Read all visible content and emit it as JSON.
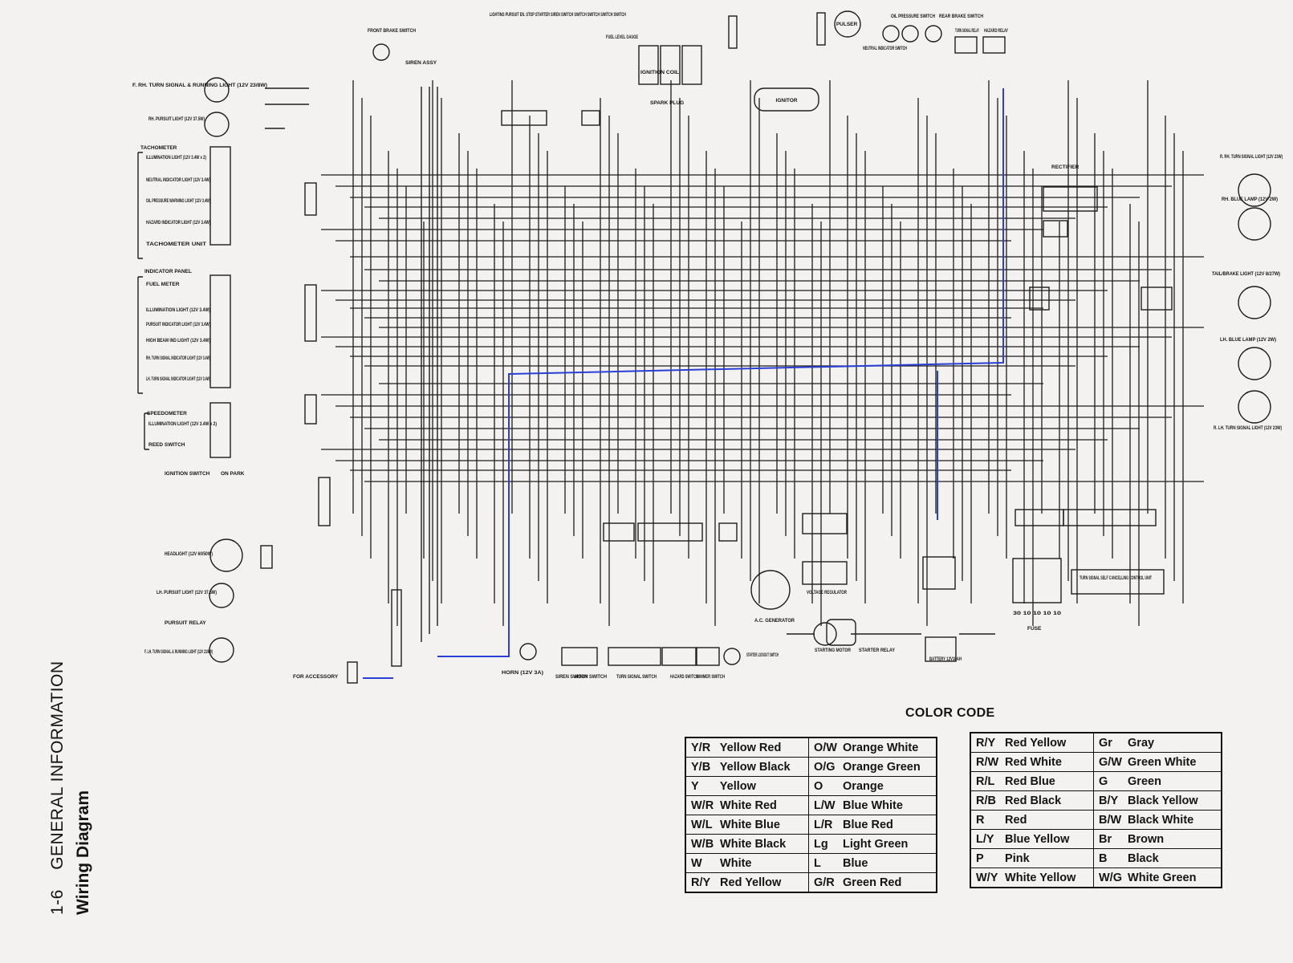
{
  "page": {
    "number": "1-6",
    "section": "GENERAL INFORMATION",
    "title": "Wiring Diagram"
  },
  "color_code": {
    "heading": "COLOR CODE",
    "left_table": [
      [
        "Y/R",
        "Yellow Red",
        "O/W",
        "Orange White"
      ],
      [
        "Y/B",
        "Yellow Black",
        "O/G",
        "Orange Green"
      ],
      [
        "Y",
        "Yellow",
        "O",
        "Orange"
      ],
      [
        "W/R",
        "White Red",
        "L/W",
        "Blue White"
      ],
      [
        "W/L",
        "White Blue",
        "L/R",
        "Blue Red"
      ],
      [
        "W/B",
        "White Black",
        "Lg",
        "Light Green"
      ],
      [
        "W",
        "White",
        "L",
        "Blue"
      ],
      [
        "R/Y",
        "Red Yellow",
        "G/R",
        "Green Red"
      ]
    ],
    "right_table": [
      [
        "R/Y",
        "Red Yellow",
        "Gr",
        "Gray"
      ],
      [
        "R/W",
        "Red White",
        "G/W",
        "Green White"
      ],
      [
        "R/L",
        "Red Blue",
        "G",
        "Green"
      ],
      [
        "R/B",
        "Red Black",
        "B/Y",
        "Black Yellow"
      ],
      [
        "R",
        "Red",
        "B/W",
        "Black White"
      ],
      [
        "L/Y",
        "Blue Yellow",
        "Br",
        "Brown"
      ],
      [
        "P",
        "Pink",
        "B",
        "Black"
      ],
      [
        "W/Y",
        "White Yellow",
        "W/G",
        "White Green"
      ]
    ]
  },
  "components": {
    "f_rh_turn_signal": "F. RH. TURN SIGNAL & RUNNING LIGHT (12V 23/8W)",
    "rh_pursuit_light": "RH. PURSUIT LIGHT (12V 37.5W)",
    "tachometer": "TACHOMETER",
    "tach_illumination": "ILLUMINATION LIGHT (12V 3.4W x 2)",
    "tach_neutral": "NEUTRAL INDICATOR LIGHT (12V 3.4W)",
    "tach_oil": "OIL PRESSURE WARNING LIGHT (12V 3.4W)",
    "tach_hazard": "HAZARD INDICATOR LIGHT (12V 3.4W)",
    "tach_unit": "TACHOMETER UNIT",
    "indicator_panel": "INDICATOR PANEL",
    "fuel_meter": "FUEL METER",
    "panel_illumination": "ILLUMINATION LIGHT (12V 3.4W)",
    "pursuit_indicator": "PURSUIT INDICATOR LIGHT (12V 3.4W)",
    "high_beam": "HIGH BEAM IND LIGHT (12V 3.4W)",
    "rh_turn_ind": "RH. TURN SIGNAL INDICATOR LIGHT (12V 3.4W)",
    "lh_turn_ind": "LH. TURN SIGNAL INDICATOR LIGHT (12V 3.4W)",
    "speedometer": "SPEEDOMETER",
    "speedo_illumination": "ILLUMINATION LIGHT (12V 3.4W x 2)",
    "reed_switch": "REED SWITCH",
    "ignition_switch": "IGNITION SWITCH",
    "ignition_switch_cols": "ON PARK",
    "headlight": "HEADLIGHT (12V 60/50W)",
    "lh_pursuit_light": "LH. PURSUIT LIGHT (12V 37.5W)",
    "pursuit_relay": "PURSUIT RELAY",
    "f_lh_turn_signal": "F. LH. TURN SIGNAL & RUNNING LIGHT (12V 23/8W)",
    "for_accessory": "FOR ACCESSORY",
    "front_brake_switch": "FRONT BRAKE SWITCH",
    "siren_assy": "SIREN ASSY",
    "top_switches": "LIGHTING PURSUIT EN. STOP STARTER SIREN SWITCH SWITCH SWITCH SWITCH SWITCH",
    "fuel_level_gauge": "FUEL LEVEL GAUGE",
    "ignition_coil": "IGNITION COIL",
    "spark_plug": "SPARK PLUG",
    "pulser": "PULSER",
    "ignitor": "IGNITOR",
    "neutral_indicator_switch": "NEUTRAL INDICATOR SWITCH",
    "oil_pressure_switch": "OIL PRESSURE SWITCH",
    "rear_brake_switch": "REAR BRAKE SWITCH",
    "turn_signal_relay": "TURN SIGNAL RELAY",
    "hazard_relay": "HAZARD RELAY",
    "rectifier": "RECTIFIER",
    "r_rh_turn_signal": "R. RH. TURN SIGNAL LIGHT (12V 23W)",
    "rh_blue_lamp": "RH. BLUE LAMP (12V 2W)",
    "tail_brake_light": "TAIL/BRAKE LIGHT (12V 8/27W)",
    "lh_blue_lamp": "LH. BLUE LAMP (12V 2W)",
    "r_lh_turn_signal": "R. LH. TURN SIGNAL LIGHT (12V 23W)",
    "horn": "HORN (12V 3A)",
    "siren_switch": "SIREN SWITCH",
    "horn_switch": "HORN SWITCH",
    "turn_signal_switch": "TURN SIGNAL SWITCH",
    "hazard_switch": "HAZARD SWITCH",
    "dimmer_switch": "DIMMER SWITCH",
    "starter_lockout_switch": "STARTER LOCKOUT SWITCH",
    "ac_generator": "A.C. GENERATOR",
    "voltage_regulator": "VOLTAGE REGULATOR",
    "starting_motor": "STARTING MOTOR",
    "starter_relay": "STARTER RELAY",
    "battery": "BATTERY 12V18AH",
    "fuse": "FUSE",
    "fuse_ratings": "30 10 10 10 10",
    "turn_cancel_unit": "TURN SIGNAL SELF CANCELLING CONTROL UNIT"
  },
  "colors": {
    "wire": "#1c1c1c",
    "highlight_wire": "#2a3fd6",
    "paper": "#f3f2f0"
  }
}
